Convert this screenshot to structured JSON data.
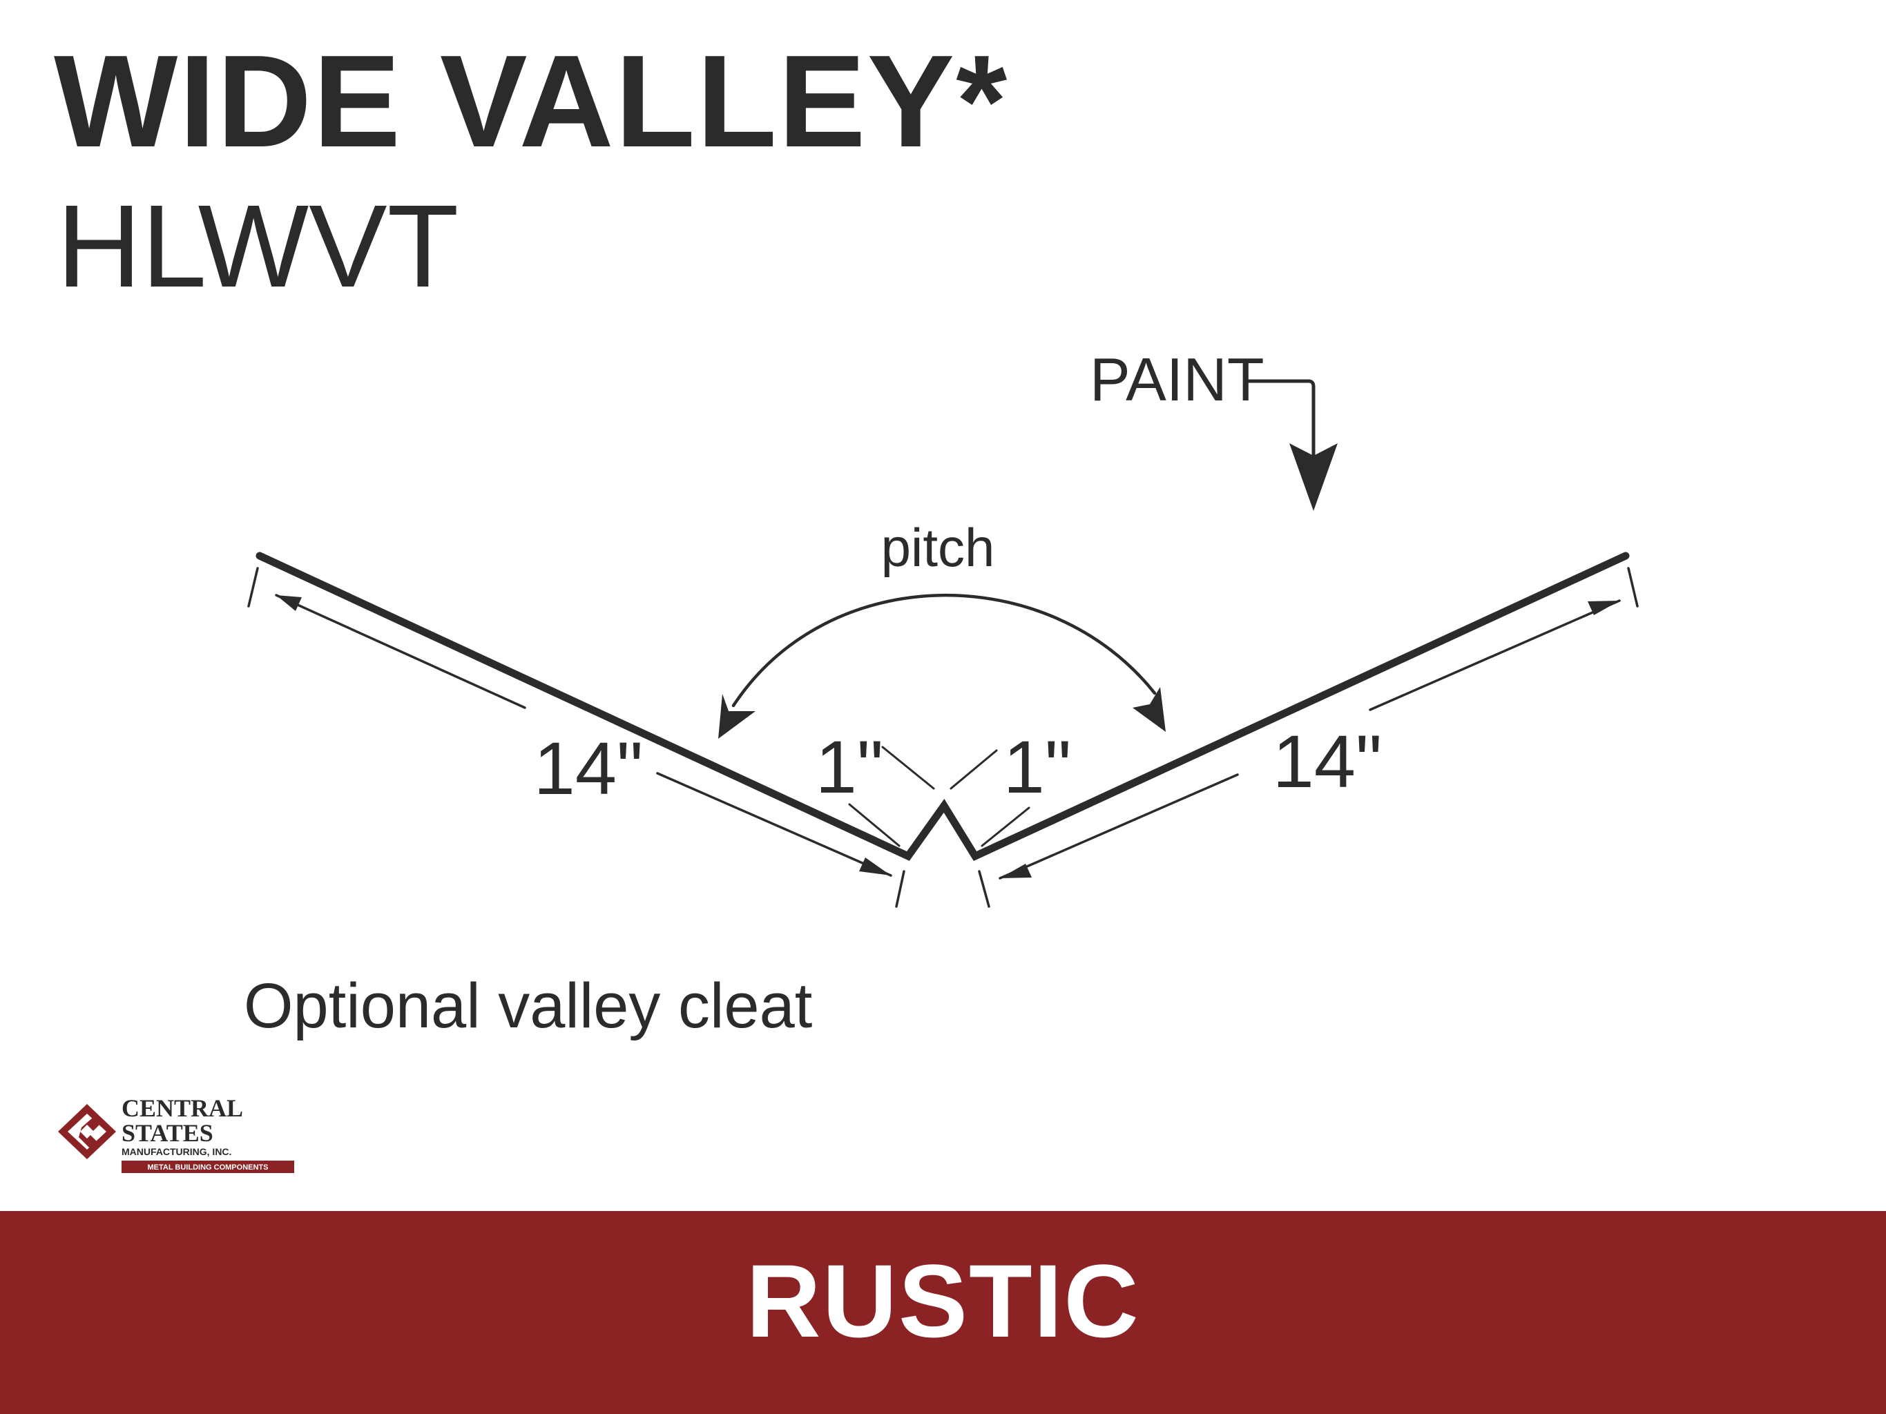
{
  "header": {
    "title": "WIDE VALLEY*",
    "subtitle": "HLWVT"
  },
  "diagram": {
    "paint_label": "PAINT",
    "pitch_label": "pitch",
    "left_leg_dimension": "14\"",
    "right_leg_dimension": "14\"",
    "left_rib_dimension": "1\"",
    "right_rib_dimension": "1\"",
    "cleat_note": "Optional valley cleat"
  },
  "logo": {
    "line1": "CENTRAL",
    "line2": "STATES",
    "line3": "MANUFACTURING, INC.",
    "tagline": "METAL BUILDING COMPONENTS",
    "brand_color": "#8b2324"
  },
  "banner": {
    "label": "RUSTIC",
    "color": "#8b2324"
  }
}
